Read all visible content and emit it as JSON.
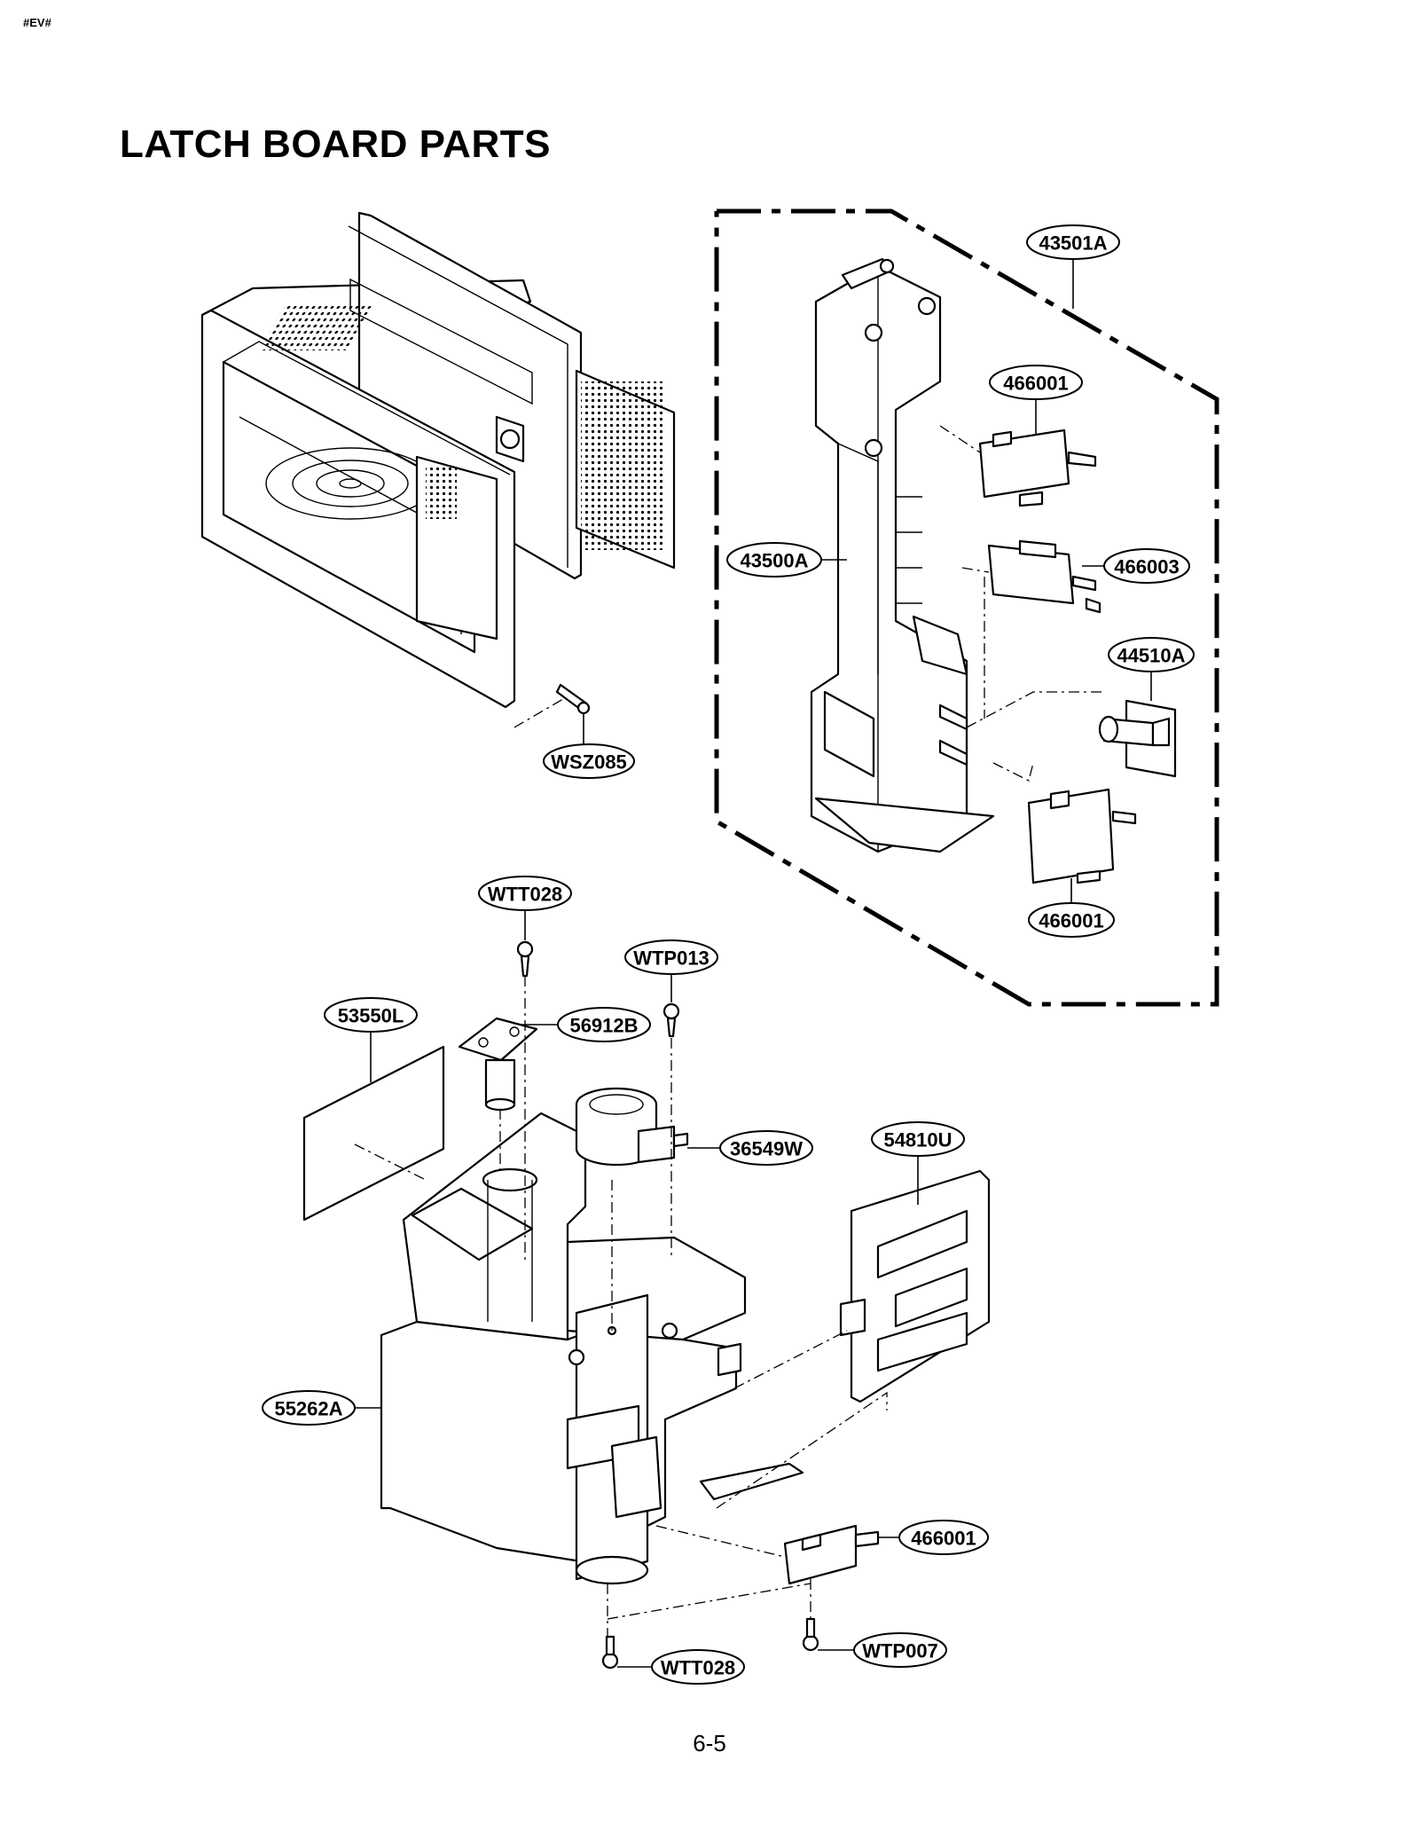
{
  "page": {
    "code": "#EV#",
    "title": "LATCH BOARD  PARTS",
    "number": "6-5"
  },
  "callouts": {
    "c43501A": "43501A",
    "c466001_top": "466001",
    "c43500A": "43500A",
    "c466003": "466003",
    "c44510A": "44510A",
    "c466001_mid": "466001",
    "cWSZ085": "WSZ085",
    "cWTT028_top": "WTT028",
    "cWTP013": "WTP013",
    "c53550L": "53550L",
    "c56912B": "56912B",
    "c36549W": "36549W",
    "c54810U": "54810U",
    "c55262A": "55262A",
    "c466001_bottom": "466001",
    "cWTT028_bottom": "WTT028",
    "cWTP007": "WTP007"
  }
}
